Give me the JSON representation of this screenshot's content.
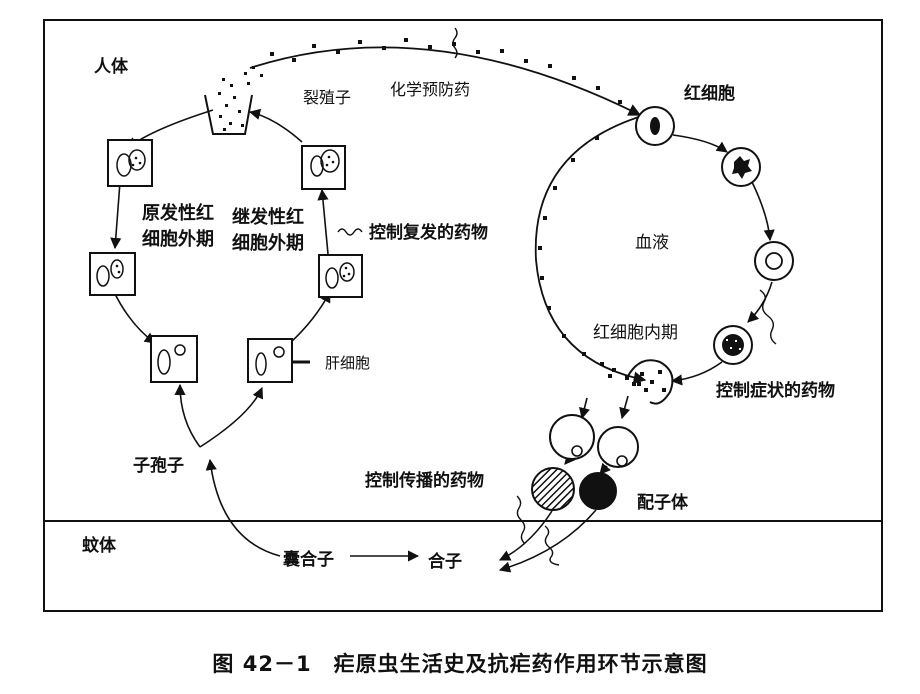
{
  "regions": {
    "human": "人体",
    "mosquito": "蚊体"
  },
  "labels": {
    "merozoite": "裂殖子",
    "chem_prevention": "化学预防药",
    "rbc": "红细胞",
    "blood": "血液",
    "erythro_stage": "红细胞内期",
    "primary_exo_l1": "原发性红",
    "primary_exo_l2": "细胞外期",
    "secondary_exo_l1": "继发性红",
    "secondary_exo_l2": "细胞外期",
    "relapse_drug": "控制复发的药物",
    "liver_cell": "肝细胞",
    "symptom_drug": "控制症状的药物",
    "sporozoite": "子孢子",
    "transmission_drug": "控制传播的药物",
    "gametocyte": "配子体",
    "oocyst": "囊合子",
    "zygote": "合子"
  },
  "caption": "图 42－1　疟原虫生活史及抗疟药作用环节示意图"
}
